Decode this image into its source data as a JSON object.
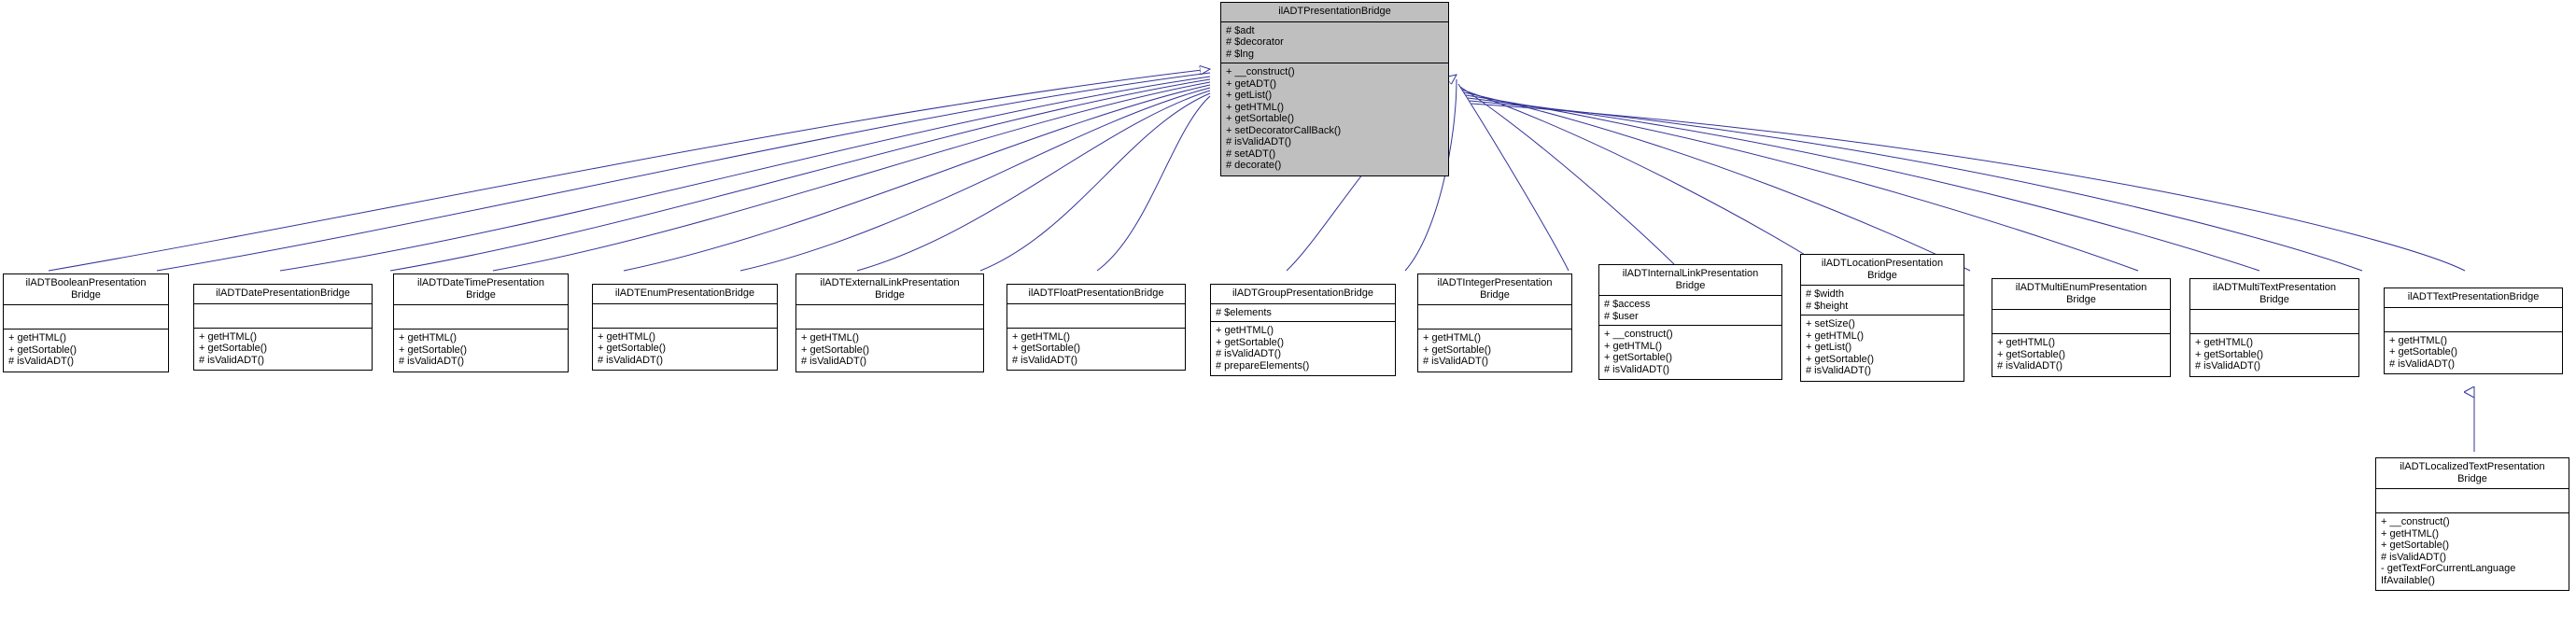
{
  "diagram": {
    "type": "uml-class-diagram",
    "title": "ilADTPresentationBridge inheritance hierarchy",
    "edge_color": "#33339a",
    "base_fill": "#bfbfbf",
    "node_fill": "#ffffff",
    "border_color": "#000000",
    "relationship": "generalization"
  },
  "base": {
    "name": "ilADTPresentationBridge",
    "attributes": "# $adt\n# $decorator\n# $lng",
    "operations": "+ __construct()\n+ getADT()\n+ getList()\n+ getHTML()\n+ getSortable()\n+ setDecoratorCallBack()\n# isValidADT()\n# setADT()\n# decorate()"
  },
  "subclasses": [
    {
      "id": "boolean",
      "name": "ilADTBooleanPresentation\nBridge",
      "attributes": "",
      "operations": "+ getHTML()\n+ getSortable()\n# isValidADT()"
    },
    {
      "id": "date",
      "name": "ilADTDatePresentationBridge",
      "attributes": "",
      "operations": "+ getHTML()\n+ getSortable()\n# isValidADT()"
    },
    {
      "id": "datetime",
      "name": "ilADTDateTimePresentation\nBridge",
      "attributes": "",
      "operations": "+ getHTML()\n+ getSortable()\n# isValidADT()"
    },
    {
      "id": "enum",
      "name": "ilADTEnumPresentationBridge",
      "attributes": "",
      "operations": "+ getHTML()\n+ getSortable()\n# isValidADT()"
    },
    {
      "id": "externallink",
      "name": "ilADTExternalLinkPresentation\nBridge",
      "attributes": "",
      "operations": "+ getHTML()\n+ getSortable()\n# isValidADT()"
    },
    {
      "id": "float",
      "name": "ilADTFloatPresentationBridge",
      "attributes": "",
      "operations": "+ getHTML()\n+ getSortable()\n# isValidADT()"
    },
    {
      "id": "group",
      "name": "ilADTGroupPresentationBridge",
      "attributes": "# $elements",
      "operations": "+ getHTML()\n+ getSortable()\n# isValidADT()\n# prepareElements()"
    },
    {
      "id": "integer",
      "name": "ilADTIntegerPresentation\nBridge",
      "attributes": "",
      "operations": "+ getHTML()\n+ getSortable()\n# isValidADT()"
    },
    {
      "id": "internallink",
      "name": "ilADTInternalLinkPresentation\nBridge",
      "attributes": "# $access\n# $user",
      "operations": "+ __construct()\n+ getHTML()\n+ getSortable()\n# isValidADT()"
    },
    {
      "id": "location",
      "name": "ilADTLocationPresentation\nBridge",
      "attributes": "# $width\n# $height",
      "operations": "+ setSize()\n+ getHTML()\n+ getList()\n+ getSortable()\n# isValidADT()"
    },
    {
      "id": "multienum",
      "name": "ilADTMultiEnumPresentation\nBridge",
      "attributes": "",
      "operations": "+ getHTML()\n+ getSortable()\n# isValidADT()"
    },
    {
      "id": "multitext",
      "name": "ilADTMultiTextPresentation\nBridge",
      "attributes": "",
      "operations": "+ getHTML()\n+ getSortable()\n# isValidADT()"
    },
    {
      "id": "text",
      "name": "ilADTTextPresentationBridge",
      "attributes": "",
      "operations": "+ getHTML()\n+ getSortable()\n# isValidADT()"
    }
  ],
  "leaf": {
    "id": "localizedtext",
    "name": "ilADTLocalizedTextPresentation\nBridge",
    "attributes": "",
    "operations": "+ __construct()\n+ getHTML()\n+ getSortable()\n# isValidADT()\n- getTextForCurrentLanguage\nIfAvailable()"
  }
}
